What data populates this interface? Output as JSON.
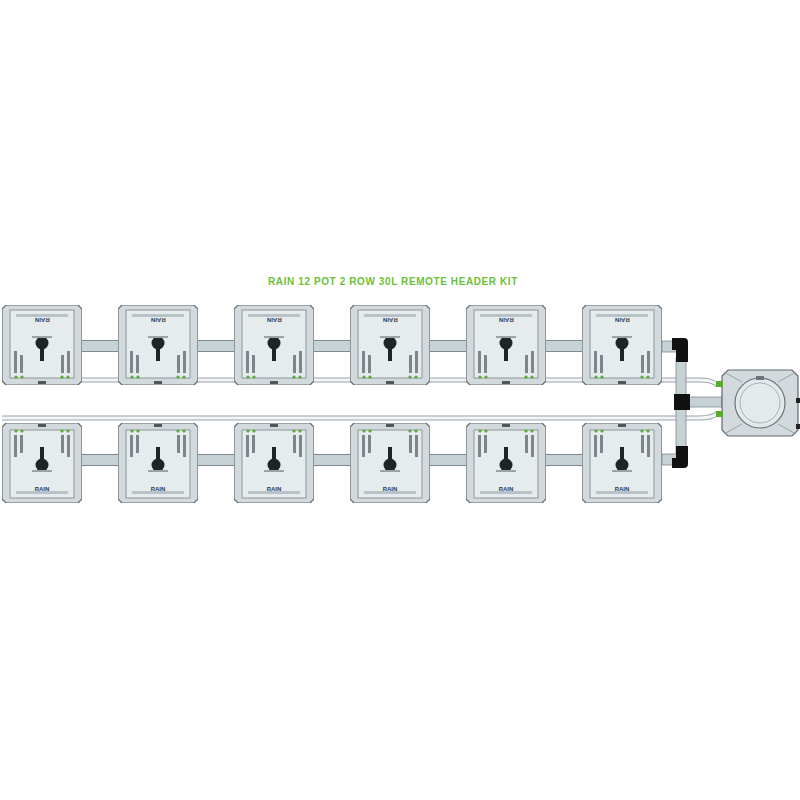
{
  "diagram": {
    "title": "RAIN 12 POT 2 ROW 30L REMOTE HEADER KIT",
    "nodes": [
      {
        "text": [
          "RAIN"
        ]
      },
      {
        "text": [
          "RAIN"
        ]
      },
      {
        "text": [
          "RAIN"
        ]
      },
      {
        "text": [
          "RAIN"
        ]
      },
      {
        "text": [
          "RAIN"
        ]
      },
      {
        "text": [
          "RAIN"
        ]
      },
      {
        "text": [
          "RAIN"
        ]
      },
      {
        "text": [
          "RAIN"
        ]
      },
      {
        "text": [
          "RAIN"
        ]
      },
      {
        "text": [
          "RAIN"
        ]
      },
      {
        "text": [
          "RAIN"
        ]
      },
      {
        "text": [
          "RAIN"
        ]
      }
    ],
    "edges": [
      {
        "from": 0,
        "to": 1,
        "arrow": "none"
      },
      {
        "from": 1,
        "to": 2,
        "arrow": "none"
      },
      {
        "from": 2,
        "to": 3,
        "arrow": "none"
      },
      {
        "from": 3,
        "to": 4,
        "arrow": "none"
      },
      {
        "from": 4,
        "to": 5,
        "arrow": "none"
      },
      {
        "from": 6,
        "to": 7,
        "arrow": "none"
      },
      {
        "from": 7,
        "to": 8,
        "arrow": "none"
      },
      {
        "from": 8,
        "to": 9,
        "arrow": "none"
      },
      {
        "from": 9,
        "to": 10,
        "arrow": "none"
      },
      {
        "from": 10,
        "to": 11,
        "arrow": "none"
      }
    ]
  }
}
